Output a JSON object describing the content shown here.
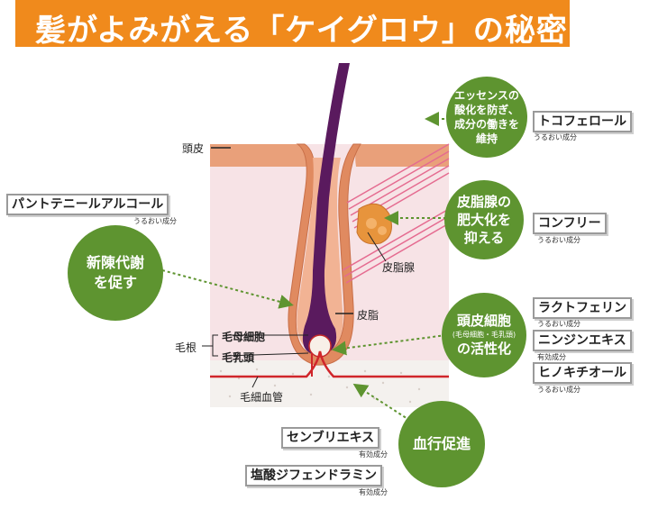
{
  "title": "髪がよみがえる「ケイグロウ」の秘密",
  "colors": {
    "banner": "#f08a1c",
    "circle_green": "#5e9430",
    "scalp_pink": "#f5d6dc",
    "follicle_orange": "#e08a60",
    "hair_purple": "#5a1a5e",
    "dermis_pink": "#f7e3e6"
  },
  "anatomy": {
    "scalp": "頭皮",
    "sebaceous_gland": "皮脂腺",
    "sebum": "皮脂",
    "hair_root": "毛根",
    "hair_matrix_cell": "毛母細胞",
    "dermal_papilla": "毛乳頭",
    "capillary": "毛細血管"
  },
  "circles": {
    "antioxidant": [
      "エッセンスの",
      "酸化を防ぎ、",
      "成分の働きを",
      "維持"
    ],
    "sebaceous": [
      "皮脂腺の",
      "肥大化を",
      "抑える"
    ],
    "metabolism": [
      "新陳代謝",
      "を促す"
    ],
    "scalp_cell": {
      "line1": "頭皮細胞",
      "paren": "(毛母細胞・毛乳頭)",
      "line3": "の活性化"
    },
    "blood_flow": [
      "血行促進"
    ]
  },
  "ingredients": {
    "tocopherol": {
      "name": "トコフェロール",
      "type": "うるおい成分"
    },
    "comfrey": {
      "name": "コンフリー",
      "type": "うるおい成分"
    },
    "panthenyl": {
      "name": "パントテニールアルコール",
      "type": "うるおい成分"
    },
    "lactoferrin": {
      "name": "ラクトフェリン",
      "type": "うるおい成分"
    },
    "ginseng": {
      "name": "ニンジンエキス",
      "type": "有効成分"
    },
    "hinokitiol": {
      "name": "ヒノキチオール",
      "type": "うるおい成分"
    },
    "senburi": {
      "name": "センブリエキス",
      "type": "有効成分"
    },
    "diphenhydramine": {
      "name": "塩酸ジフェンドラミン",
      "type": "有効成分"
    }
  }
}
